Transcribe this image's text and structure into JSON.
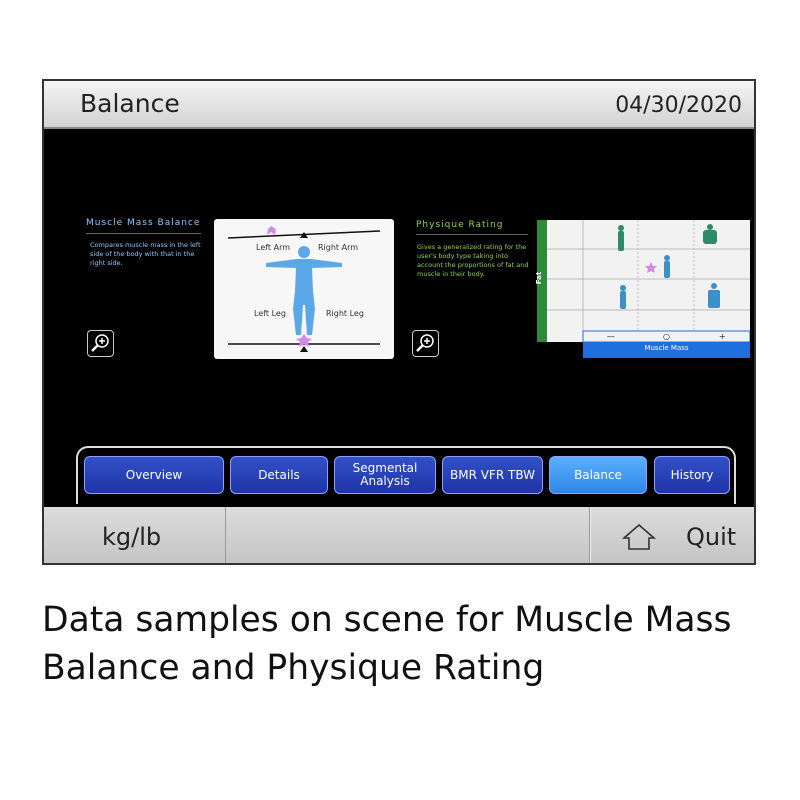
{
  "header": {
    "title": "Balance",
    "date": "04/30/2020"
  },
  "muscle_mass_balance": {
    "title": "Muscle Mass Balance",
    "description": "Compares muscle mass in the left side of the body with that in the right side.",
    "labels": {
      "left_arm": "Left Arm",
      "right_arm": "Right Arm",
      "left_leg": "Left Leg",
      "right_leg": "Right Leg"
    }
  },
  "physique_rating": {
    "title": "Physique Rating",
    "description": "Gives a generalized rating for the user's body type taking into account the proportions of fat and muscle in their body.",
    "y_axis_label": "Fat",
    "x_axis_label": "Muscle Mass",
    "x_ticks": [
      "—",
      "○",
      "+"
    ]
  },
  "tabs": [
    {
      "label": "Overview",
      "active": false
    },
    {
      "label": "Details",
      "active": false
    },
    {
      "label": "Segmental Analysis",
      "active": false
    },
    {
      "label": "BMR VFR TBW",
      "active": false
    },
    {
      "label": "Balance",
      "active": true
    },
    {
      "label": "History",
      "active": false
    }
  ],
  "footer": {
    "units_label": "kg/lb",
    "quit_label": "Quit"
  },
  "caption": "Data samples on scene for Muscle Mass Balance and Physique Rating",
  "colors": {
    "accent_green": "#8fd14f",
    "section_title": "#8fc8ff",
    "tab_blue": "#2639b5",
    "tab_active": "#3d9cf5",
    "body_blue": "#5aa8e8",
    "star_pink": "#d58be6"
  }
}
